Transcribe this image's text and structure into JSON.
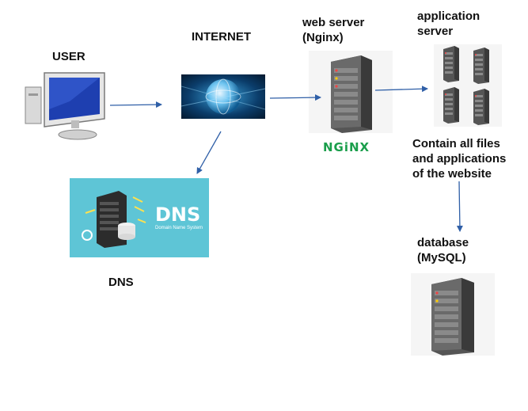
{
  "labels": {
    "user": "USER",
    "internet": "INTERNET",
    "web_server": "web server\n(Nginx)",
    "app_server": "application\nserver",
    "dns": "DNS",
    "app_note": "Contain all files\nand applications\nof the website",
    "database": "database\n(MySQL)"
  },
  "images": {
    "nginx_logo": "NGiNX",
    "dns_logo": "DNS",
    "dns_sub": "Domain Name System"
  },
  "colors": {
    "arrow": "#2f5fa7",
    "nginx_green": "#1a9e4b",
    "dns_bg": "#5ec5d6"
  }
}
